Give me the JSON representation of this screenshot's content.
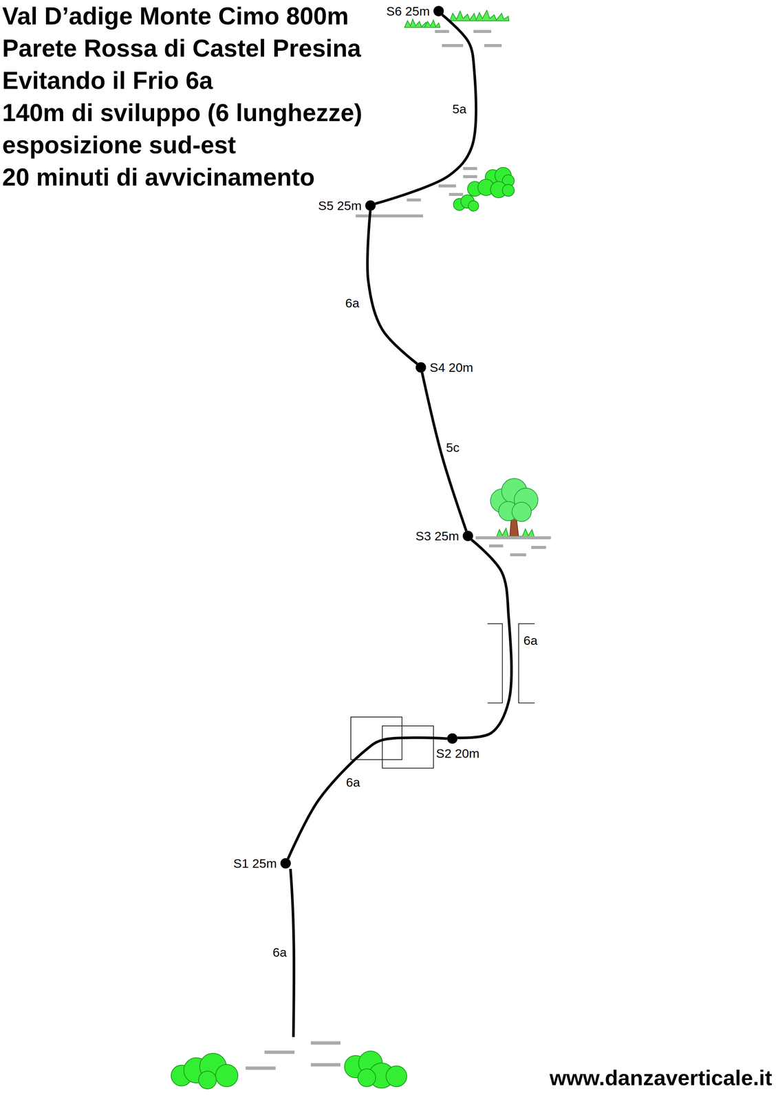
{
  "diagram": {
    "title": "Val D’adige Monte Cimo 800m",
    "nodes": [
      {
        "text": [
          "S1 25m"
        ]
      },
      {
        "text": [
          "S2 20m"
        ]
      },
      {
        "text": [
          "S3 25m"
        ]
      },
      {
        "text": [
          "S4 20m"
        ]
      },
      {
        "text": [
          "S5 25m"
        ]
      },
      {
        "text": [
          "S6 25m"
        ]
      }
    ],
    "edges": [
      {
        "from": 0,
        "to": 1,
        "arrow": "none",
        "label": "6a"
      },
      {
        "from": 1,
        "to": 2,
        "arrow": "none",
        "label": "6a"
      },
      {
        "from": 2,
        "to": 3,
        "arrow": "none",
        "label": "5c"
      },
      {
        "from": 3,
        "to": 4,
        "arrow": "none",
        "label": "6a"
      },
      {
        "from": 4,
        "to": 5,
        "arrow": "none",
        "label": "5a"
      }
    ],
    "labels": [
      "Parete Rossa di Castel Presina",
      "Evitando il Frio 6a",
      "140m di sviluppo (6 lunghezze)",
      "esposizione sud-est",
      "20 minuti di avvicinamento",
      "6a",
      "www.danzaverticale.it"
    ]
  }
}
